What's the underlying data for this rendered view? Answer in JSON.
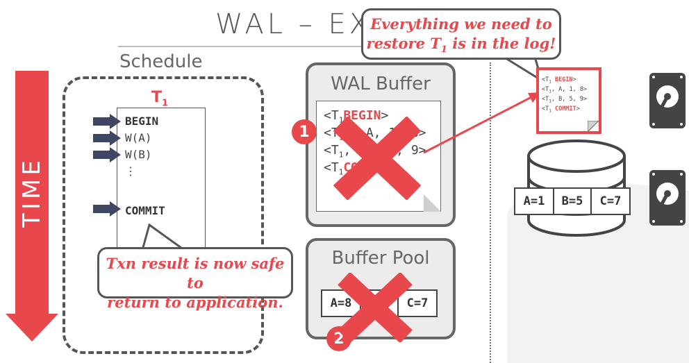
{
  "title": "WAL – EX",
  "schedule": {
    "label": "Schedule",
    "txn": "T",
    "txn_sub": "1",
    "ops": [
      "BEGIN",
      "W(A)",
      "W(B)",
      "⋮",
      "COMMIT"
    ]
  },
  "time_label": "TIME",
  "callouts": {
    "app_line1": "Txn result is now safe to",
    "app_line2": "return to application.",
    "log_line1": "Everything we need to",
    "log_line2_pre": "restore T",
    "log_line2_sub": "1",
    "log_line2_post": " is in the log!"
  },
  "wal_buffer": {
    "title": "WAL Buffer",
    "lines": [
      {
        "pre": "<T",
        "sub": "1",
        "red": "BEGIN",
        "post": ">"
      },
      {
        "pre": "<T",
        "sub": "1",
        "red": "",
        "post": ",  A, 1, 8>"
      },
      {
        "pre": "<T",
        "sub": "1",
        "red": "",
        "post": ",  B, 5, 9>"
      },
      {
        "pre": "<T",
        "sub": "1",
        "red": "COMMIT",
        "post": ">"
      }
    ],
    "badge": "1"
  },
  "buffer_pool": {
    "title": "Buffer Pool",
    "cells": [
      "A=8",
      "B=5",
      "C=7"
    ],
    "badge": "2"
  },
  "disk_log": {
    "lines": [
      {
        "pre": "<T",
        "sub": "1",
        "red": " BEGIN",
        "post": ">"
      },
      {
        "pre": "<T",
        "sub": "1",
        "red": "",
        "post": ", A, 1, 8>"
      },
      {
        "pre": "<T",
        "sub": "1",
        "red": "",
        "post": ", B, 5, 9>"
      },
      {
        "pre": "<T",
        "sub": "1",
        "red": " COMMIT",
        "post": ">"
      }
    ]
  },
  "database": {
    "cells": [
      "A=1",
      "B=5",
      "C=7"
    ]
  },
  "colors": {
    "accent": "#e8474c",
    "panel": "#ececec",
    "border": "#555555"
  }
}
